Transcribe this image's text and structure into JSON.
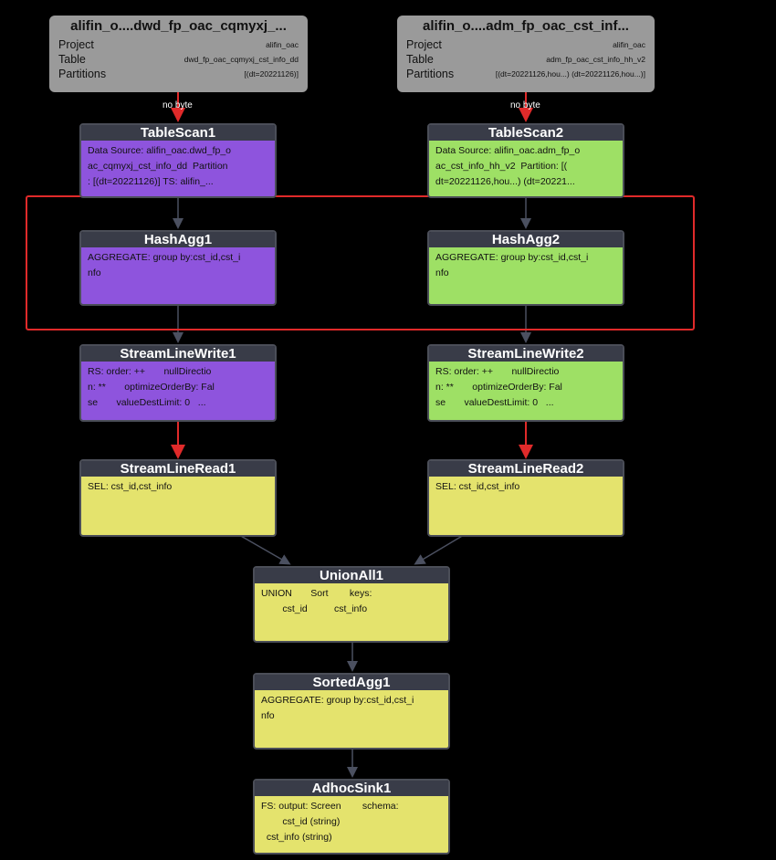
{
  "sources": [
    {
      "title": "alifin_o....dwd_fp_oac_cqmyxj_...",
      "rows": [
        {
          "k": "Project",
          "v": "alifin_oac"
        },
        {
          "k": "Table",
          "v": "dwd_fp_oac_cqmyxj_cst_info_dd"
        },
        {
          "k": "Partitions",
          "v": "[(dt=20221126)]"
        }
      ]
    },
    {
      "title": "alifin_o....adm_fp_oac_cst_inf...",
      "rows": [
        {
          "k": "Project",
          "v": "alifin_oac"
        },
        {
          "k": "Table",
          "v": "adm_fp_oac_cst_info_hh_v2"
        },
        {
          "k": "Partitions",
          "v": "[(dt=20221126,hou...) (dt=20221126,hou...)]"
        }
      ]
    }
  ],
  "edge_labels": [
    "no byte",
    "no byte"
  ],
  "nodes": {
    "tablescan1": {
      "title": "TableScan1",
      "body": "Data Source: alifin_oac.dwd_fp_o\nac_cqmyxj_cst_info_dd  Partition\n: [(dt=20221126)] TS: alifin_..."
    },
    "tablescan2": {
      "title": "TableScan2",
      "body": "Data Source: alifin_oac.adm_fp_o\nac_cst_info_hh_v2  Partition: [(\ndt=20221126,hou...) (dt=20221..."
    },
    "hashagg1": {
      "title": "HashAgg1",
      "body": "AGGREGATE: group by:cst_id,cst_i\nnfo"
    },
    "hashagg2": {
      "title": "HashAgg2",
      "body": "AGGREGATE: group by:cst_id,cst_i\nnfo"
    },
    "streamlinewrite1": {
      "title": "StreamLineWrite1",
      "body": "RS: order: ++       nullDirectio\nn: **       optimizeOrderBy: Fal\nse       valueDestLimit: 0   ..."
    },
    "streamlinewrite2": {
      "title": "StreamLineWrite2",
      "body": "RS: order: ++       nullDirectio\nn: **       optimizeOrderBy: Fal\nse       valueDestLimit: 0   ..."
    },
    "streamlineread1": {
      "title": "StreamLineRead1",
      "body": "SEL: cst_id,cst_info"
    },
    "streamlineread2": {
      "title": "StreamLineRead2",
      "body": "SEL: cst_id,cst_info"
    },
    "unionall1": {
      "title": "UnionAll1",
      "body": "UNION       Sort        keys:\n        cst_id          cst_info"
    },
    "sortedagg1": {
      "title": "SortedAgg1",
      "body": "AGGREGATE: group by:cst_id,cst_i\nnfo"
    },
    "adhocsink1": {
      "title": "AdhocSink1",
      "body": "FS: output: Screen        schema:\n        cst_id (string)\n  cst_info (string)"
    }
  },
  "colors": {
    "background": "#000000",
    "source_node": "#9a9a9a",
    "header": "#393c48",
    "purple_node": "#8e54dd",
    "green_node": "#9ee065",
    "yellow_node": "#e4e36d",
    "highlight_frame": "#e02a2a",
    "edge_red": "#e02a2a",
    "edge_gray": "#4b5060"
  }
}
